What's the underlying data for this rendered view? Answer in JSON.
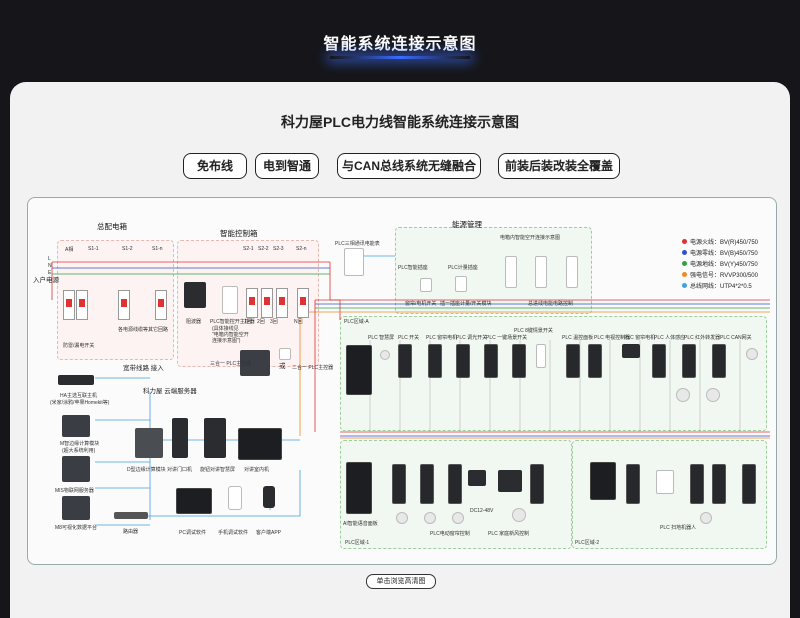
{
  "header": {
    "title": "智能系统连接示意图"
  },
  "diagram": {
    "title": "科力屋PLC电力线智能系统连接示意图",
    "features": [
      "免布线",
      "电到智通",
      "与CAN总线系统无缝融合",
      "前装后装改装全覆盖"
    ],
    "sections": {
      "main_box": "总配电箱",
      "control_box": "智能控制箱",
      "energy": "能源管理",
      "incoming": "入户电源",
      "phases": [
        "L",
        "N",
        "E"
      ]
    },
    "main_box": {
      "breakers": [
        "A相",
        "S1-1",
        "S1-2",
        "S1-n"
      ],
      "notes": [
        "防雷/漏电开关",
        "各电源线缆等其它回路"
      ]
    },
    "control_box": {
      "breakers": [
        "S2-1",
        "S2-2",
        "S2-3",
        "S2-n"
      ],
      "notes": [
        "阻波器",
        "PLC智能控开主控器",
        "(具体接线见",
        "\"电箱内智能空开",
        "连接示意图\")"
      ],
      "line_labels": [
        "1回",
        "2回",
        "3回",
        "N回"
      ],
      "module_a": "三合一 PLC主控器",
      "or": "或",
      "module_b": "二合一 PLC主控器"
    },
    "energy": {
      "meter": "PLC三相通讯电能表",
      "items": [
        "PLC智能插座",
        "PLC计量插座",
        "窗帘/电机开关",
        "插一插座计量/开关模块"
      ],
      "panel_title": "电箱内智能空开连接示意图",
      "panel_note": "总进线电能电路控制"
    },
    "network": {
      "broadband": "宽带线路 接入",
      "cloud": "科力屋 云端服务器",
      "ha": "HA主选互联主机",
      "ha_sub": "(米家/涂鸦/苹果Homekit等)",
      "gateway": "M智边缘计算模块",
      "gateway_sub": "(超大系统利用)",
      "mis": "MIS物联网服务器",
      "mis_app": "M8可视化数据平台",
      "router": "路由器",
      "devices": [
        "D型边缘计算模块",
        "对讲门口机",
        "旋钮对讲智慧屏",
        "对讲室内机"
      ],
      "software": [
        "PC调试软件",
        "手机调试软件",
        "客户端APP"
      ]
    },
    "plc_zones": [
      "PLC区域-A",
      "PLC区域-1",
      "PLC区域-1",
      "PLC区域-2"
    ],
    "device_labels_a": [
      "PLC 智慧屏",
      "PLC 开关",
      "PLC 窗帘电机",
      "PLC 调光开关",
      "PLC 一键场景开关",
      "PLC 8键情景开关"
    ],
    "device_labels_b": [
      "PLC 温控面板",
      "PLC 电视控制器",
      "PLC 窗帘电机",
      "PLC 人体感应",
      "PLC 红外转发器",
      "PLC CAN网关"
    ],
    "bottom_notes": [
      "AI智能语音面板",
      "PLC电动窗帘控制",
      "DC12-48V",
      "PLC 家庭新风控制",
      "PLC 扫地机器人"
    ],
    "legend": [
      {
        "color": "#e03030",
        "text": "电源火线：BV(R)450/750"
      },
      {
        "color": "#3050d0",
        "text": "电源零线：BV(B)450/750"
      },
      {
        "color": "#30a040",
        "text": "电源地线：BV(Y)450/750"
      },
      {
        "color": "#f08a20",
        "text": "强电信号：RVVP300/500"
      },
      {
        "color": "#40a0e0",
        "text": "总线网线：UTP4*2*0.5"
      }
    ],
    "browse_button": "单击浏览高清图"
  }
}
